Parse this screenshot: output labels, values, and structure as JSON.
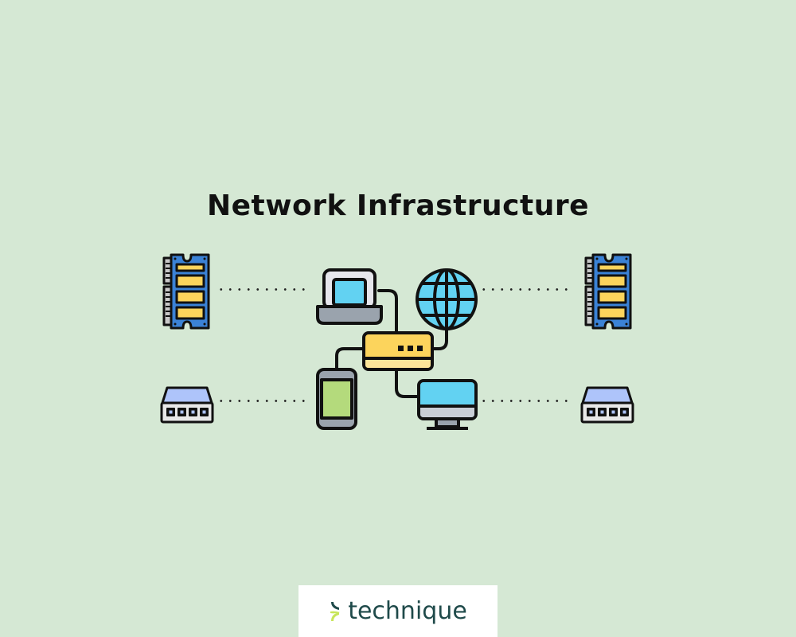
{
  "title": "Network Infrastructure",
  "brand": {
    "name": "technique",
    "logo_icon": "technique-logo-icon",
    "text_color": "#1f4a4a",
    "accent": "#c8e65a"
  },
  "colors": {
    "background": "#d5e8d4",
    "blue": "#3b82d6",
    "yellow": "#fcd45c",
    "cyan": "#62d2f2",
    "green": "#b4da7c",
    "gray": "#9aa3ad",
    "lavender": "#aec4fa"
  },
  "nodes": [
    {
      "id": "memory-left",
      "icon": "ram-module-icon"
    },
    {
      "id": "switch-left",
      "icon": "network-switch-icon"
    },
    {
      "id": "memory-right",
      "icon": "ram-module-icon"
    },
    {
      "id": "switch-right",
      "icon": "network-switch-icon"
    },
    {
      "id": "laptop",
      "icon": "laptop-icon"
    },
    {
      "id": "globe",
      "icon": "globe-icon"
    },
    {
      "id": "router",
      "icon": "router-icon"
    },
    {
      "id": "phone",
      "icon": "smartphone-icon"
    },
    {
      "id": "monitor",
      "icon": "desktop-monitor-icon"
    }
  ],
  "connections": [
    {
      "from": "memory-left",
      "to": "laptop",
      "style": "dotted"
    },
    {
      "from": "switch-left",
      "to": "phone",
      "style": "dotted"
    },
    {
      "from": "globe",
      "to": "memory-right",
      "style": "dotted"
    },
    {
      "from": "monitor",
      "to": "switch-right",
      "style": "dotted"
    },
    {
      "from": "laptop",
      "to": "router",
      "style": "solid"
    },
    {
      "from": "globe",
      "to": "router",
      "style": "solid"
    },
    {
      "from": "phone",
      "to": "router",
      "style": "solid"
    },
    {
      "from": "monitor",
      "to": "router",
      "style": "solid"
    }
  ]
}
